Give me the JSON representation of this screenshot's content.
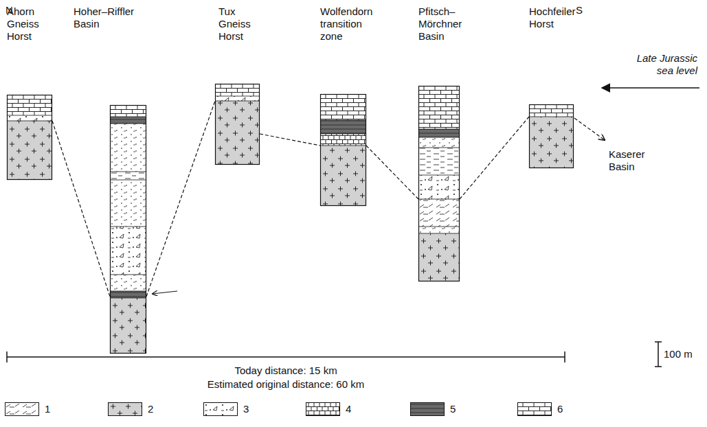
{
  "diagram": {
    "nodes": [
      {
        "text": [
          "Ahorn Gneiss Horst"
        ]
      },
      {
        "text": [
          "Hoher–Riffler Basin"
        ]
      },
      {
        "text": [
          "Tux Gneiss Horst"
        ]
      },
      {
        "text": [
          "Wolfendorn transition zone"
        ]
      },
      {
        "text": [
          "Pfitsch– Mörchner Basin"
        ]
      },
      {
        "text": [
          "Hochfeiler Horst"
        ]
      }
    ],
    "edges": [
      {
        "from": 0,
        "to": 1,
        "arrow": "none"
      },
      {
        "from": 1,
        "to": 2,
        "arrow": "none"
      },
      {
        "from": 2,
        "to": 3,
        "arrow": "none"
      },
      {
        "from": 3,
        "to": 4,
        "arrow": "none"
      },
      {
        "from": 4,
        "to": 5,
        "arrow": "none"
      }
    ],
    "labels": [
      "N",
      "S",
      "Late Jurassic sea level",
      "Kaserer Basin",
      "Today distance: 15 km",
      "Estimated original distance: 60 km",
      "100 m"
    ],
    "legend": [
      {
        "text": "1"
      },
      {
        "text": "2"
      },
      {
        "text": "3"
      },
      {
        "text": "4"
      },
      {
        "text": "5"
      },
      {
        "text": "6"
      }
    ]
  }
}
